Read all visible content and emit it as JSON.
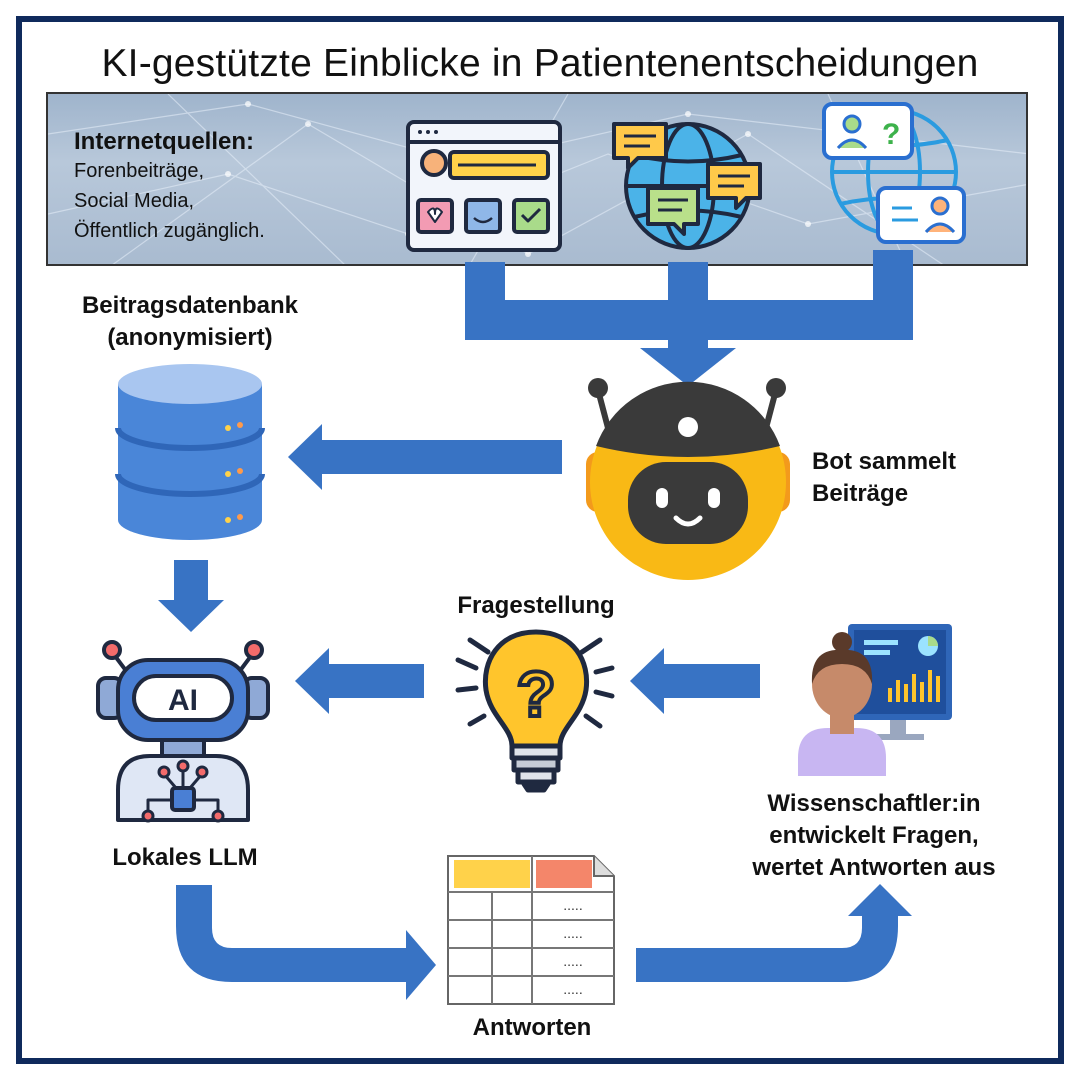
{
  "title": "KI-gestützte Einblicke in Patientenentscheidungen",
  "sources": {
    "heading": "Internetquellen:",
    "lines": [
      "Forenbeiträge,",
      "Social Media,",
      "Öffentlich zugänglich."
    ]
  },
  "database": {
    "line1": "Beitragsdatenbank",
    "line2": "(anonymisiert)"
  },
  "bot": {
    "line1": "Bot sammelt",
    "line2": "Beiträge"
  },
  "question": {
    "label": "Fragestellung",
    "glyph": "?"
  },
  "llm": {
    "label": "Lokales LLM",
    "chip": "AI"
  },
  "scientist": {
    "line1": "Wissenschaftler:in",
    "line2": "entwickelt Fragen,",
    "line3": "wertet Antworten aus"
  },
  "answers": {
    "label": "Antworten",
    "cell_dots": "....."
  },
  "colors": {
    "arrow": "#3873c4",
    "frame": "#0f2a5c",
    "robot": "#f9b915",
    "database": "#4a86d8"
  },
  "icons": [
    "web-page-feedback-icon",
    "globe-chat-icon",
    "globe-profile-icon",
    "database-icon",
    "robot-icon",
    "lightbulb-question-icon",
    "ai-robot-icon",
    "scientist-dashboard-icon",
    "answer-table-icon"
  ]
}
